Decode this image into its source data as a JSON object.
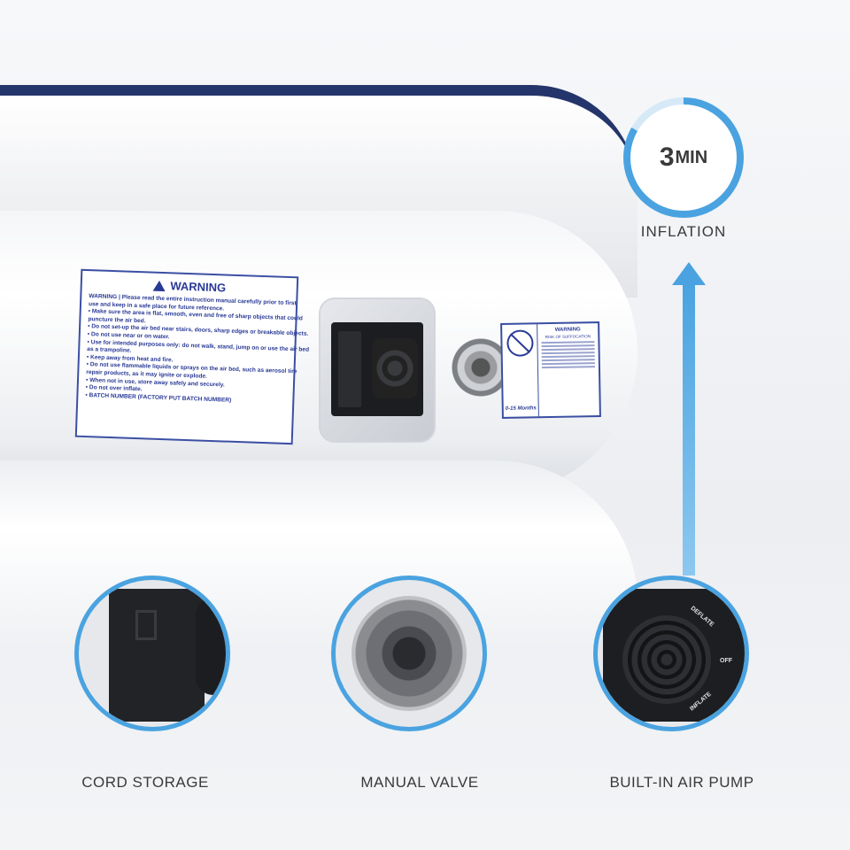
{
  "warning_label": {
    "title": "WARNING",
    "lines": [
      "WARNING | Please read the entire instruction manual carefully prior to first",
      "use and keep in a safe place for future reference.",
      "• Make sure the area is flat, smooth, even and free of sharp objects that could",
      "   puncture the air bed.",
      "• Do not set-up the air bed near stairs, doors, sharp edges or breakable objects.",
      "• Do not use near or on water.",
      "• Use for intended purposes only: do not walk, stand, jump on or use the air bed",
      "   as a trampoline.",
      "• Keep away from heat and fire.",
      "• Do not use flammable liquids or sprays on the air bed, such as aerosol tire",
      "   repair products, as it may ignite or explode.",
      "• When not in use, store away safely and securely.",
      "• Do not over inflate.",
      "• BATCH NUMBER  (FACTORY PUT BATCH NUMBER)"
    ]
  },
  "suffocation_label": {
    "title": "WARNING",
    "subtitle": "RISK OF SUFFOCATION",
    "age": "0-15 Months"
  },
  "badge": {
    "value": "3",
    "unit": "MIN",
    "label": "INFLATION"
  },
  "pump_dial": {
    "deflate": "DEFLATE",
    "off": "OFF",
    "inflate": "INFLATE"
  },
  "features": [
    {
      "caption": "CORD STORAGE"
    },
    {
      "caption": "MANUAL VALVE"
    },
    {
      "caption": "BUILT-IN AIR PUMP"
    }
  ],
  "colors": {
    "accent": "#4aa3e0",
    "trim": "#24356b",
    "label_ink": "#2a3a96",
    "text": "#3a3a3a"
  }
}
